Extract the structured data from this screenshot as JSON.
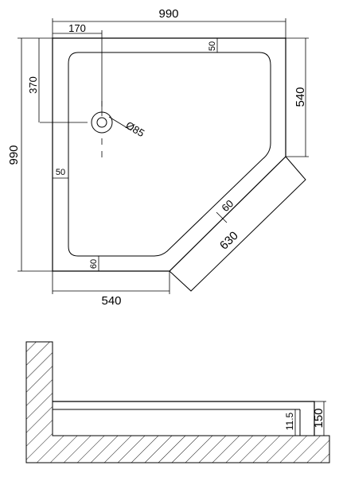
{
  "plan": {
    "dims": {
      "top_width": "990",
      "drain_offset_x": "170",
      "left_height": "990",
      "drain_offset_y": "370",
      "right_side": "540",
      "bottom_side": "540",
      "diagonal": "630",
      "rim_top": "50",
      "rim_left": "50",
      "rim_bottom": "60",
      "rim_diagonal": "60",
      "drain_diameter": "Ø85"
    }
  },
  "section": {
    "dims": {
      "total_height": "150",
      "rim_height": "11.5"
    }
  }
}
